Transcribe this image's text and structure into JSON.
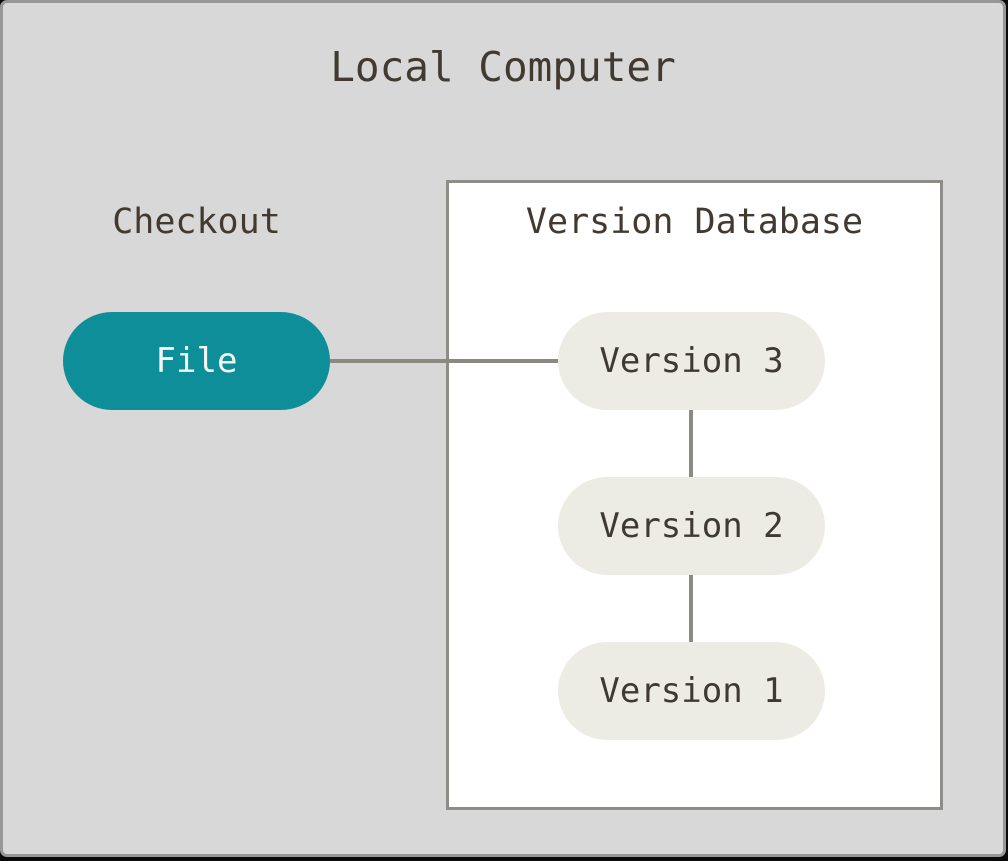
{
  "diagram": {
    "title": "Local Computer",
    "checkout_label": "Checkout",
    "file_node": {
      "label": "File"
    },
    "version_database": {
      "title": "Version Database",
      "nodes": [
        {
          "label": "Version 3"
        },
        {
          "label": "Version 2"
        },
        {
          "label": "Version 1"
        }
      ]
    },
    "edges": [
      {
        "from": "File",
        "to": "Version 3",
        "orientation": "horizontal"
      },
      {
        "from": "Version 3",
        "to": "Version 2",
        "orientation": "vertical"
      },
      {
        "from": "Version 2",
        "to": "Version 1",
        "orientation": "vertical"
      }
    ],
    "colors": {
      "canvas_bg": "#d8d8d8",
      "frame_border": "#979797",
      "shadow": "#0a0a0a",
      "box_bg": "#ffffff",
      "box_border": "#8f8d88",
      "file_fill": "#0e8e99",
      "file_text": "#f4f4f1",
      "version_fill": "#edece4",
      "edge": "#8c8882",
      "text": "#423a31"
    }
  }
}
